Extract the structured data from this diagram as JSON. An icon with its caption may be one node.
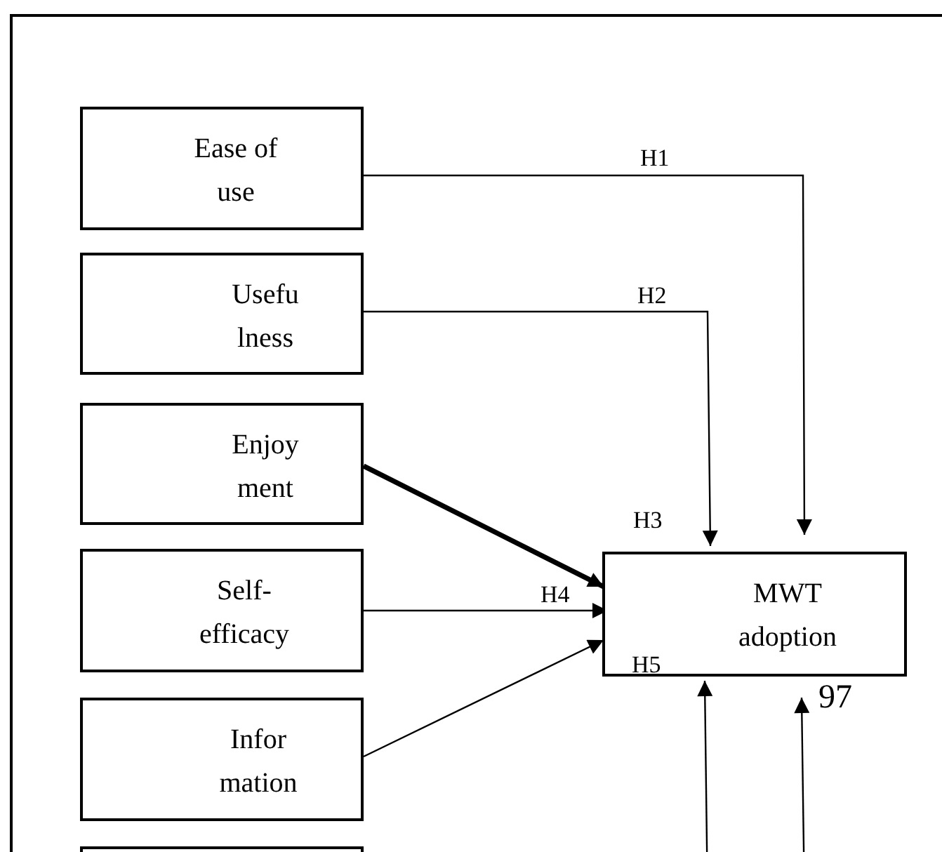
{
  "diagram": {
    "nodes": [
      {
        "text": [
          "Ease of use"
        ]
      },
      {
        "text": [
          "Usefu lness"
        ]
      },
      {
        "text": [
          "Enjoy ment"
        ]
      },
      {
        "text": [
          "Self- efficacy"
        ]
      },
      {
        "text": [
          "Infor mation"
        ]
      },
      {
        "text": [
          "MWT adoption"
        ]
      },
      {
        "text": [],
        "shape": "box"
      }
    ],
    "edges": [
      {
        "from": 0,
        "to": 5,
        "arrow": "to",
        "label": "H1"
      },
      {
        "from": 1,
        "to": 5,
        "arrow": "to",
        "label": "H2"
      },
      {
        "from": 2,
        "to": 5,
        "arrow": "to",
        "label": "H3",
        "style": "thick"
      },
      {
        "from": 3,
        "to": 5,
        "arrow": "to",
        "label": "H4"
      },
      {
        "from": 4,
        "to": 5,
        "arrow": "to",
        "label": "H5"
      },
      {
        "from": null,
        "to": 5,
        "arrow": "to"
      },
      {
        "from": null,
        "to": 5,
        "arrow": "to"
      }
    ],
    "labels": [
      "97"
    ]
  }
}
